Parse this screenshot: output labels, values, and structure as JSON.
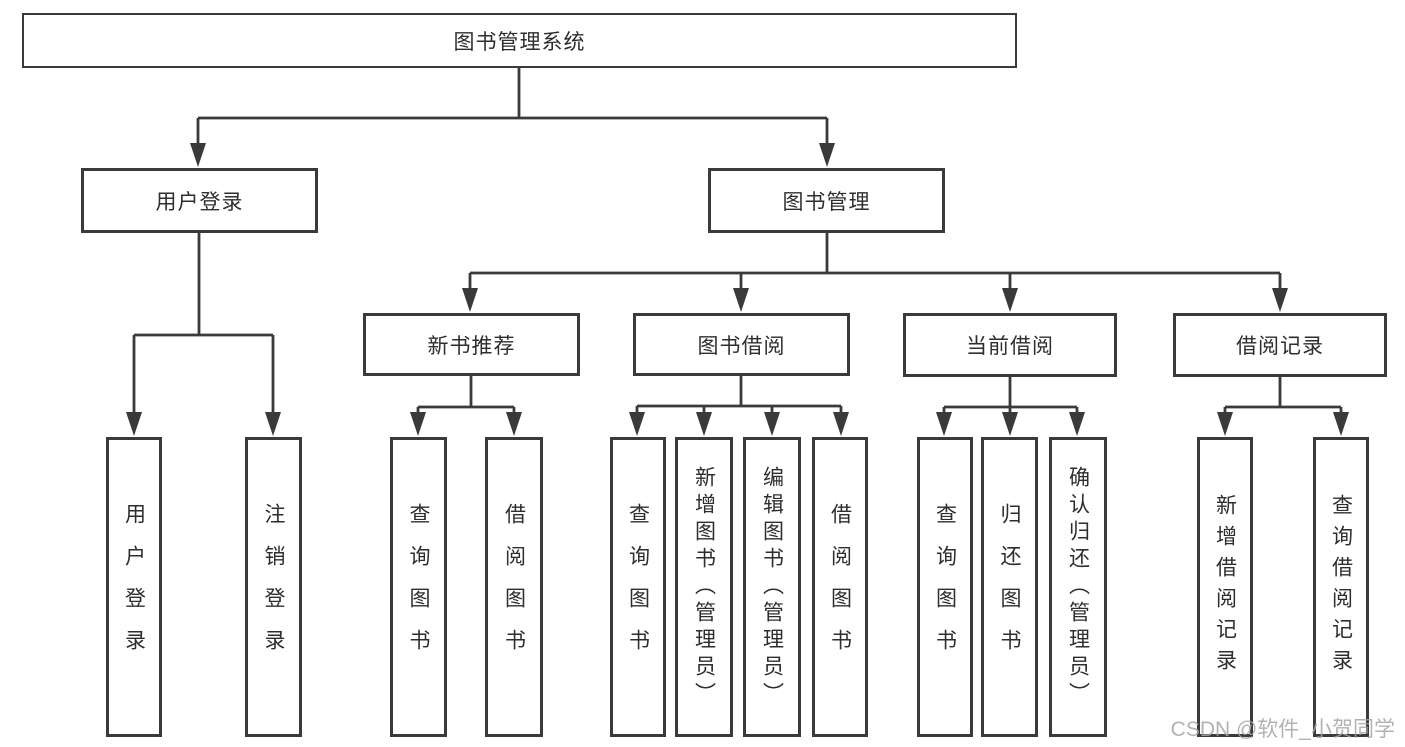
{
  "diagram_type": "hierarchy-tree",
  "colors": {
    "line": "#3a3a3a",
    "box_border": "#3a3a3a",
    "box_fill": "#ffffff",
    "text": "#2e2e2e",
    "watermark": "#a4a4a4"
  },
  "tree": {
    "label": "图书管理系统",
    "children": [
      {
        "label": "用户登录",
        "children": [
          {
            "label": "用户登录"
          },
          {
            "label": "注销登录"
          }
        ]
      },
      {
        "label": "图书管理",
        "children": [
          {
            "label": "新书推荐",
            "children": [
              {
                "label": "查询图书"
              },
              {
                "label": "借阅图书"
              }
            ]
          },
          {
            "label": "图书借阅",
            "children": [
              {
                "label": "查询图书"
              },
              {
                "label": "新增图书（管理员）"
              },
              {
                "label": "编辑图书（管理员）"
              },
              {
                "label": "借阅图书"
              }
            ]
          },
          {
            "label": "当前借阅",
            "children": [
              {
                "label": "查询图书"
              },
              {
                "label": "归还图书"
              },
              {
                "label": "确认归还（管理员）"
              }
            ]
          },
          {
            "label": "借阅记录",
            "children": [
              {
                "label": "新增借阅记录"
              },
              {
                "label": "查询借阅记录"
              }
            ]
          }
        ]
      }
    ]
  },
  "watermark": {
    "text": "CSDN @软件_小贺同学"
  }
}
